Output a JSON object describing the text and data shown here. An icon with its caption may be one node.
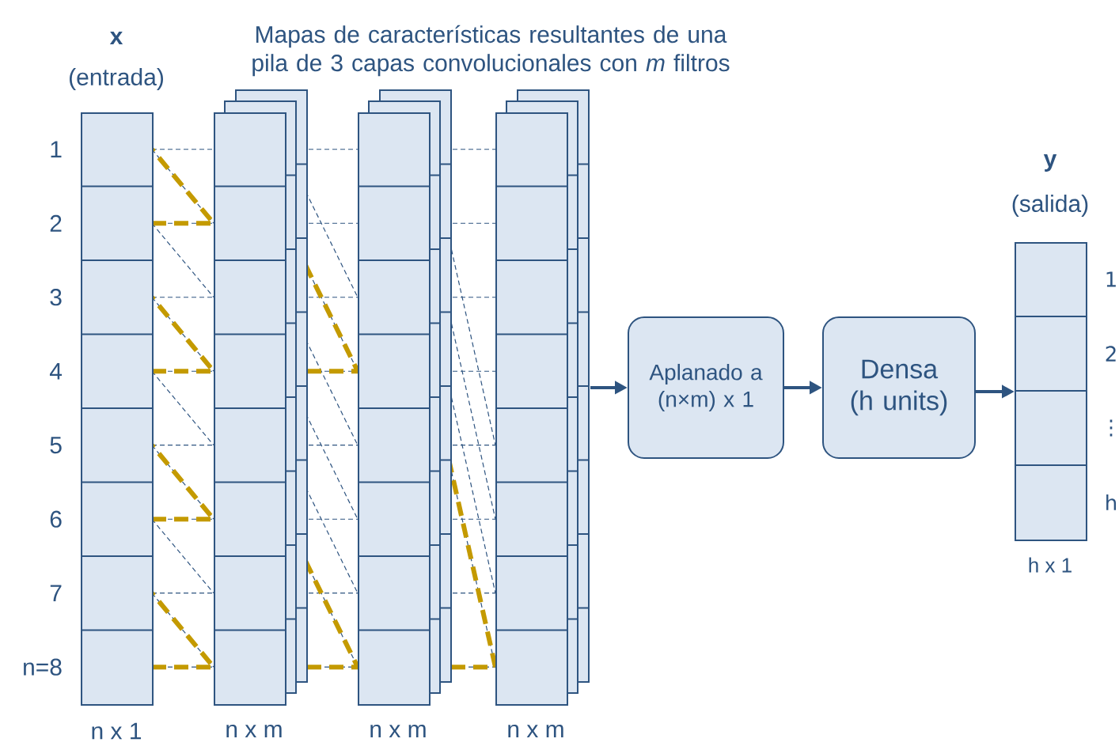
{
  "diagram": {
    "title": "Mapas de características resultantes de una pila de 3 capas convolucionales con *m* filtros",
    "nodes": [
      {
        "text": [
          "x",
          "(entrada)"
        ],
        "beside": [
          "n x 1"
        ]
      },
      {
        "text": [],
        "shape": "box",
        "beside": [
          "n x m"
        ]
      },
      {
        "text": [],
        "shape": "box",
        "beside": [
          "n x m"
        ]
      },
      {
        "text": [],
        "shape": "box",
        "beside": [
          "n x m"
        ]
      },
      {
        "text": [
          "Aplanado a (n×m) x 1"
        ]
      },
      {
        "text": [
          "Densa (h units)"
        ]
      },
      {
        "text": [
          "y",
          "(salida)"
        ],
        "beside": [
          "h x 1"
        ]
      }
    ],
    "edges": [
      {
        "from": 3,
        "to": 4,
        "arrow": "to"
      },
      {
        "from": 4,
        "to": 5,
        "arrow": "to"
      },
      {
        "from": 5,
        "to": 6,
        "arrow": "to"
      }
    ],
    "labels": [
      "1",
      "2",
      "3",
      "4",
      "5",
      "6",
      "7",
      "n=8",
      "1",
      "2",
      "⋮",
      "h"
    ]
  }
}
